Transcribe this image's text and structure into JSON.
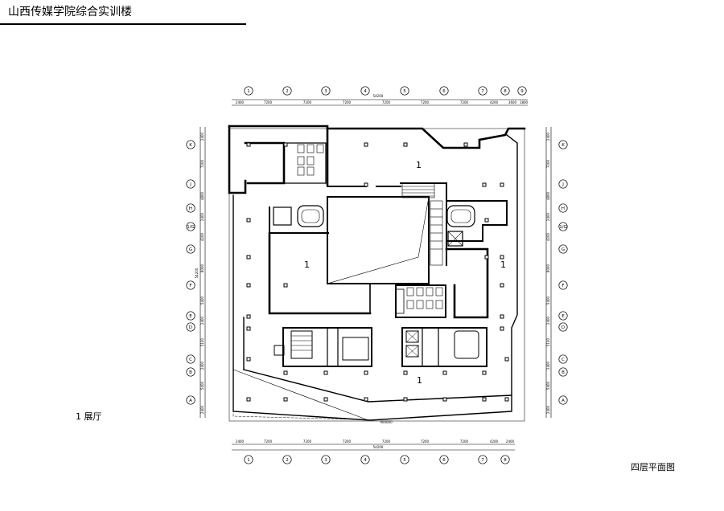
{
  "header": {
    "title": "山西传媒学院综合实训楼"
  },
  "legend": {
    "text": "1 展厅"
  },
  "plan_title": "四层平面图",
  "axes": {
    "columns_top": [
      "1",
      "2",
      "3",
      "4",
      "5",
      "6",
      "7",
      "8",
      "9"
    ],
    "columns_bottom": [
      "1",
      "2",
      "3",
      "4",
      "5",
      "6",
      "7",
      "8"
    ],
    "rows": [
      "K",
      "J",
      "H",
      "1/G",
      "G",
      "F",
      "E",
      "D",
      "C",
      "B",
      "A"
    ]
  },
  "dimensions": {
    "top_spans": [
      "2400",
      "7200",
      "7200",
      "7200",
      "7200",
      "7200",
      "7200",
      "4200",
      "3600",
      "1800"
    ],
    "top_total": "54200",
    "bottom_spans": [
      "2400",
      "7200",
      "7200",
      "7200",
      "7200",
      "7200",
      "7200",
      "4200",
      "2400"
    ],
    "bottom_total": "54200",
    "left_spans": [
      "2400",
      "7200",
      "4800",
      "2400",
      "4200",
      "8000",
      "5400",
      "2400",
      "5100",
      "2400",
      "5400",
      "2400"
    ],
    "left_total": "54200",
    "right_spans": [
      "2400",
      "7200",
      "4800",
      "2400",
      "4200",
      "8000",
      "5400",
      "2400",
      "5100",
      "2400",
      "5400",
      "2400"
    ],
    "bottom_slab_label": "900000"
  },
  "rooms": [
    "1",
    "1",
    "1",
    "1"
  ]
}
